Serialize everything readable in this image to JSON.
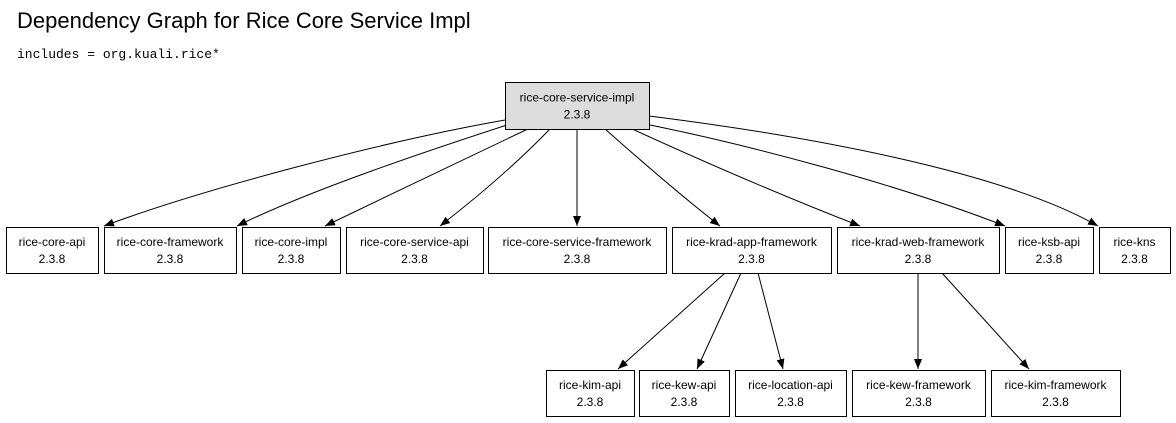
{
  "title": "Dependency Graph for Rice Core Service Impl",
  "subtitle": "includes = org.kuali.rice*",
  "graph": {
    "nodes": [
      {
        "id": "root",
        "name": "rice-core-service-impl",
        "version": "2.3.8",
        "root": true
      },
      {
        "id": "core-api",
        "name": "rice-core-api",
        "version": "2.3.8"
      },
      {
        "id": "core-framework",
        "name": "rice-core-framework",
        "version": "2.3.8"
      },
      {
        "id": "core-impl",
        "name": "rice-core-impl",
        "version": "2.3.8"
      },
      {
        "id": "core-service-api",
        "name": "rice-core-service-api",
        "version": "2.3.8"
      },
      {
        "id": "core-service-framework",
        "name": "rice-core-service-framework",
        "version": "2.3.8"
      },
      {
        "id": "krad-app-framework",
        "name": "rice-krad-app-framework",
        "version": "2.3.8"
      },
      {
        "id": "krad-web-framework",
        "name": "rice-krad-web-framework",
        "version": "2.3.8"
      },
      {
        "id": "ksb-api",
        "name": "rice-ksb-api",
        "version": "2.3.8"
      },
      {
        "id": "kns",
        "name": "rice-kns",
        "version": "2.3.8"
      },
      {
        "id": "kim-api",
        "name": "rice-kim-api",
        "version": "2.3.8"
      },
      {
        "id": "kew-api",
        "name": "rice-kew-api",
        "version": "2.3.8"
      },
      {
        "id": "location-api",
        "name": "rice-location-api",
        "version": "2.3.8"
      },
      {
        "id": "kew-framework",
        "name": "rice-kew-framework",
        "version": "2.3.8"
      },
      {
        "id": "kim-framework",
        "name": "rice-kim-framework",
        "version": "2.3.8"
      }
    ],
    "edges": [
      {
        "from": "root",
        "to": "core-api"
      },
      {
        "from": "root",
        "to": "core-framework"
      },
      {
        "from": "root",
        "to": "core-impl"
      },
      {
        "from": "root",
        "to": "core-service-api"
      },
      {
        "from": "root",
        "to": "core-service-framework"
      },
      {
        "from": "root",
        "to": "krad-app-framework"
      },
      {
        "from": "root",
        "to": "krad-web-framework"
      },
      {
        "from": "root",
        "to": "ksb-api"
      },
      {
        "from": "root",
        "to": "kns"
      },
      {
        "from": "krad-app-framework",
        "to": "kim-api"
      },
      {
        "from": "krad-app-framework",
        "to": "kew-api"
      },
      {
        "from": "krad-app-framework",
        "to": "location-api"
      },
      {
        "from": "krad-web-framework",
        "to": "kew-framework"
      },
      {
        "from": "krad-web-framework",
        "to": "kim-framework"
      }
    ],
    "colors": {
      "root_fill": "#dcdcdc",
      "node_fill": "#ffffff",
      "stroke": "#000000"
    }
  }
}
